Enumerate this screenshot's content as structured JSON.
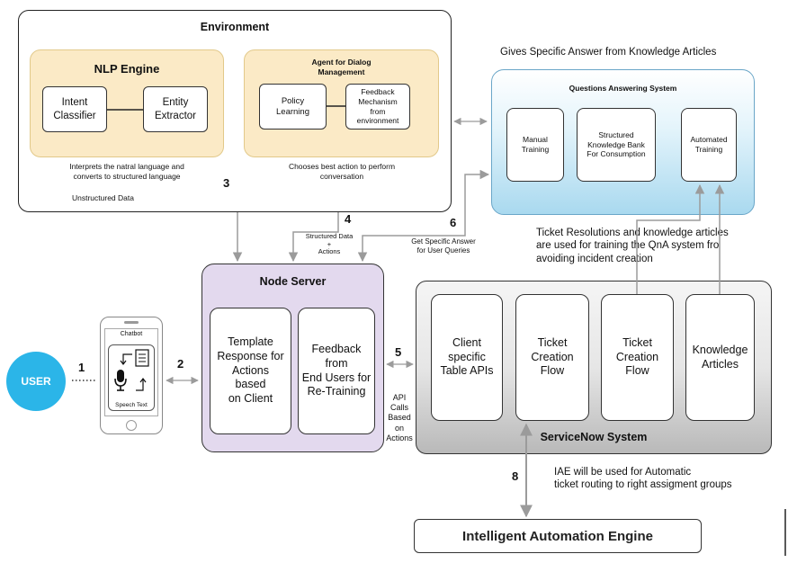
{
  "environment": {
    "title": "Environment",
    "unstructured": "Unstructured Data",
    "nlp": {
      "title": "NLP Engine",
      "intent": "Intent\nClassifier",
      "entity": "Entity\nExtractor",
      "caption": "Interprets the natral language and\nconverts to structured language"
    },
    "dialog": {
      "title": "Agent for Dialog\nManagement",
      "policy": "Policy\nLearning",
      "feedback": "Feedback\nMechanism\nfrom\nenvironment",
      "caption": "Chooses best action to perform\nconversation"
    }
  },
  "qa": {
    "header_note": "Gives Specific Answer from Knowledge Articles",
    "title": "Questions Answering System",
    "manual": "Manual\nTraining",
    "structured": "Structured\nKnowledge Bank\nFor Consumption",
    "automated": "Automated\nTraining",
    "ticket_note": "Ticket Resolutions and knowledge articles\nare used for training the QnA system fro\navoiding incident creation"
  },
  "node": {
    "title": "Node Server",
    "template": "Template\nResponse for\nActions\nbased\non Client",
    "feedback": "Feedback\nfrom\nEnd Users for\nRe-Training"
  },
  "servicenow": {
    "title": "ServiceNow System",
    "client_apis": "Client\nspecific\nTable APIs",
    "ticket1": "Ticket\nCreation\nFlow",
    "ticket2": "Ticket\nCreation\nFlow",
    "knowledge": "Knowledge\nArticles"
  },
  "user": {
    "label": "USER"
  },
  "phone": {
    "title": "Chatbot",
    "caption": "Speech Text"
  },
  "iae": {
    "label": "Intelligent Automation Engine",
    "note": "IAE will be used for Automatic\nticket routing to right assigment groups"
  },
  "steps": {
    "s1": "1",
    "s2": "2",
    "s3": "3",
    "s4": "4",
    "s5": "5",
    "s6": "6",
    "s8": "8",
    "structured_actions": "Structured Data\n+\nActions",
    "get_specific": "Get Specific Answer\nfor User Queries",
    "api_calls": "API\nCalls\nBased\non\nActions"
  },
  "colors": {
    "nlp_fill": "#fbeac6",
    "node_fill": "#e3d9ee",
    "qa_top": "#ffffff",
    "qa_bottom": "#a9d9ef",
    "sn_top": "#f5f5f5",
    "sn_bottom": "#b9b9b9",
    "user_fill": "#2bb5e8",
    "arrow": "#9b9b9b"
  }
}
